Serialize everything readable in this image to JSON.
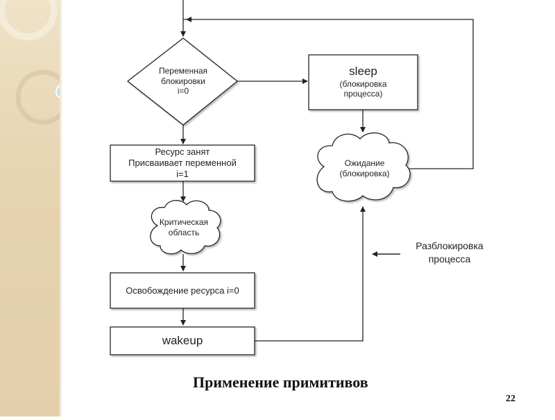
{
  "slide": {
    "caption": "Применение примитивов",
    "page_number": "22"
  },
  "flowchart": {
    "decision": {
      "lines": [
        "Переменная",
        "блокировки",
        "i=0"
      ]
    },
    "sleep": {
      "lines": [
        "sleep",
        "(блокировка",
        "процесса)"
      ]
    },
    "waiting": {
      "lines": [
        "Ожидание",
        "(блокировка)"
      ]
    },
    "resource_busy": {
      "lines": [
        "Ресурс занят",
        "Присваивает переменной",
        "i=1"
      ]
    },
    "critical": {
      "lines": [
        "Критическая",
        "область"
      ]
    },
    "release": {
      "lines": [
        "Освобождение ресурса i=0"
      ]
    },
    "wakeup": {
      "lines": [
        "wakeup"
      ]
    },
    "unblock_note": {
      "lines": [
        "Разблокировка",
        "процесса"
      ]
    }
  }
}
